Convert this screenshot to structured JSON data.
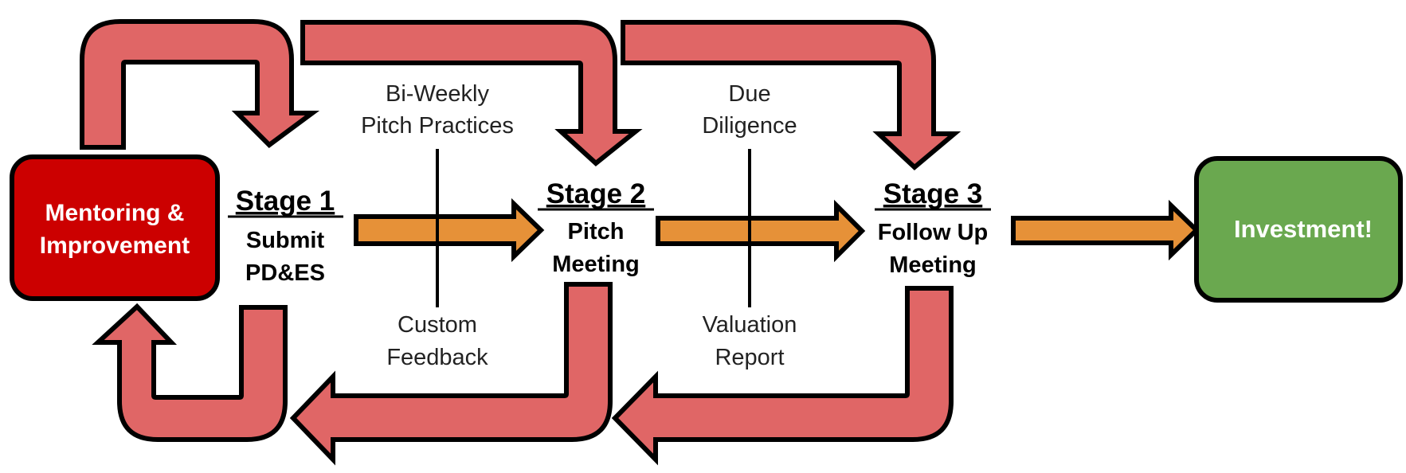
{
  "colors": {
    "loop_arrow": "#e06666",
    "flow_arrow": "#e69138",
    "mentoring_box": "#cc0000",
    "investment_box": "#6aa84f",
    "outline": "#000000"
  },
  "mentoring_box": {
    "line1": "Mentoring &",
    "line2": "Improvement"
  },
  "stage1": {
    "title": "Stage 1",
    "line1": "Submit",
    "line2": "PD&ES"
  },
  "stage2": {
    "title": "Stage 2",
    "line1": "Pitch",
    "line2": "Meeting"
  },
  "stage3": {
    "title": "Stage 3",
    "line1": "Follow Up",
    "line2": "Meeting"
  },
  "investment_box": {
    "label": "Investment!"
  },
  "notes": {
    "bi_weekly_1": "Bi-Weekly",
    "bi_weekly_2": "Pitch Practices",
    "custom_1": "Custom",
    "custom_2": "Feedback",
    "due_1": "Due",
    "due_2": "Diligence",
    "valuation_1": "Valuation",
    "valuation_2": "Report"
  }
}
